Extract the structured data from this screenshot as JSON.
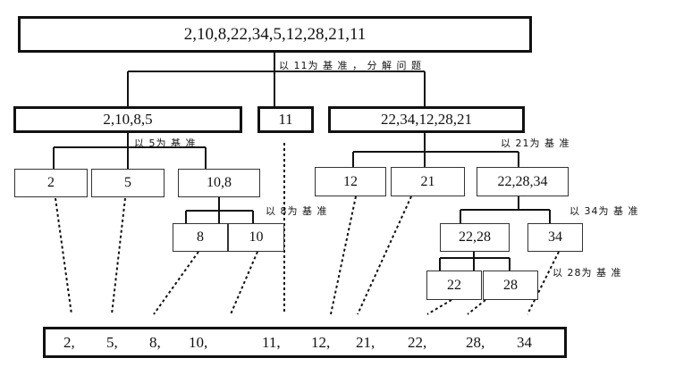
{
  "root": "2,10,8,22,34,5,12,28,21,11",
  "annotations": {
    "pivot_11": "以 11为 基 准 ， 分 解 问 题",
    "pivot_5": "以 5为 基 准",
    "pivot_21": "以 21为 基 准",
    "pivot_8": "以 8为 基 准",
    "pivot_34": "以 34为 基 准",
    "pivot_28": "以 28为 基 准"
  },
  "level1": {
    "left": "2,10,8,5",
    "pivot": "11",
    "right": "22,34,12,28,21"
  },
  "level2": {
    "a": "2",
    "b": "5",
    "c": "10,8",
    "d": "12",
    "e": "21",
    "f": "22,28,34"
  },
  "level3": {
    "a": "8",
    "b": "10",
    "c": "22,28",
    "d": "34"
  },
  "level4": {
    "a": "22",
    "b": "28"
  },
  "result": [
    "2,",
    "5,",
    "8,",
    "10,",
    "11,",
    "12,",
    "21,",
    "22,",
    "28,",
    "34"
  ]
}
